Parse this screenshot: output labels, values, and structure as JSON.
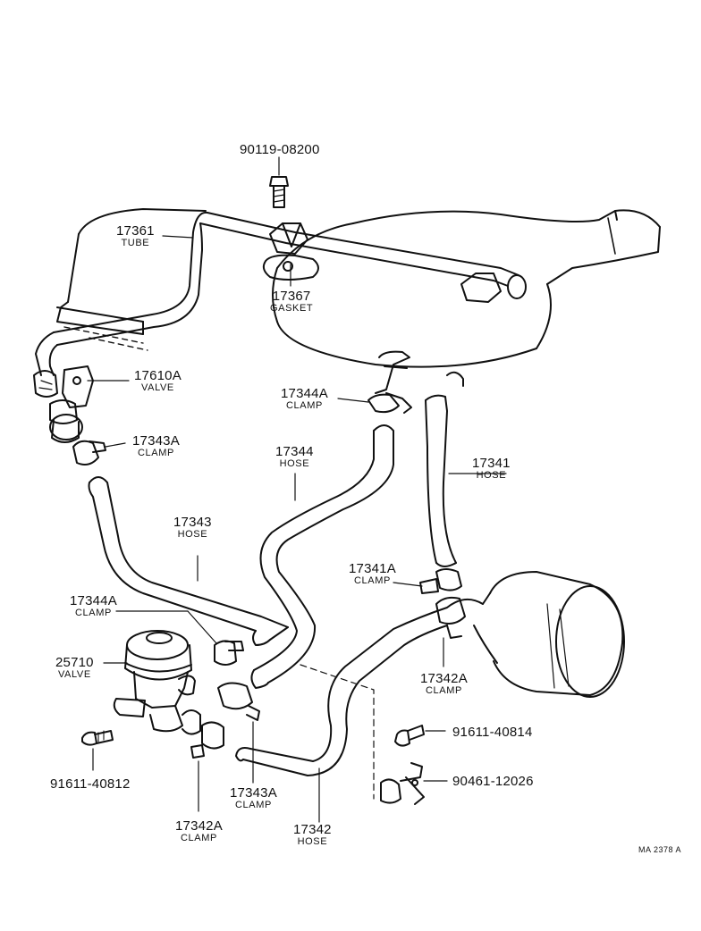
{
  "parts": [
    {
      "key": "p90119",
      "part_no": "90119-08200",
      "name": ""
    },
    {
      "key": "p17361",
      "part_no": "17361",
      "name": "TUBE"
    },
    {
      "key": "p17367",
      "part_no": "17367",
      "name": "GASKET"
    },
    {
      "key": "p17610a",
      "part_no": "17610A",
      "name": "VALVE"
    },
    {
      "key": "p17344a_top",
      "part_no": "17344A",
      "name": "CLAMP"
    },
    {
      "key": "p17343a_top",
      "part_no": "17343A",
      "name": "CLAMP"
    },
    {
      "key": "p17344",
      "part_no": "17344",
      "name": "HOSE"
    },
    {
      "key": "p17341",
      "part_no": "17341",
      "name": "HOSE"
    },
    {
      "key": "p17343",
      "part_no": "17343",
      "name": "HOSE"
    },
    {
      "key": "p17341a",
      "part_no": "17341A",
      "name": "CLAMP"
    },
    {
      "key": "p17344a_low",
      "part_no": "17344A",
      "name": "CLAMP"
    },
    {
      "key": "p25710",
      "part_no": "25710",
      "name": "VALVE"
    },
    {
      "key": "p17342a_right",
      "part_no": "17342A",
      "name": "CLAMP"
    },
    {
      "key": "p91611_40814",
      "part_no": "91611-40814",
      "name": ""
    },
    {
      "key": "p90461",
      "part_no": "90461-12026",
      "name": ""
    },
    {
      "key": "p91611_40812",
      "part_no": "91611-40812",
      "name": ""
    },
    {
      "key": "p17343a_low",
      "part_no": "17343A",
      "name": "CLAMP"
    },
    {
      "key": "p17342a_low",
      "part_no": "17342A",
      "name": "CLAMP"
    },
    {
      "key": "p17342",
      "part_no": "17342",
      "name": "HOSE"
    }
  ],
  "drawing_code": "MA 2378 A"
}
